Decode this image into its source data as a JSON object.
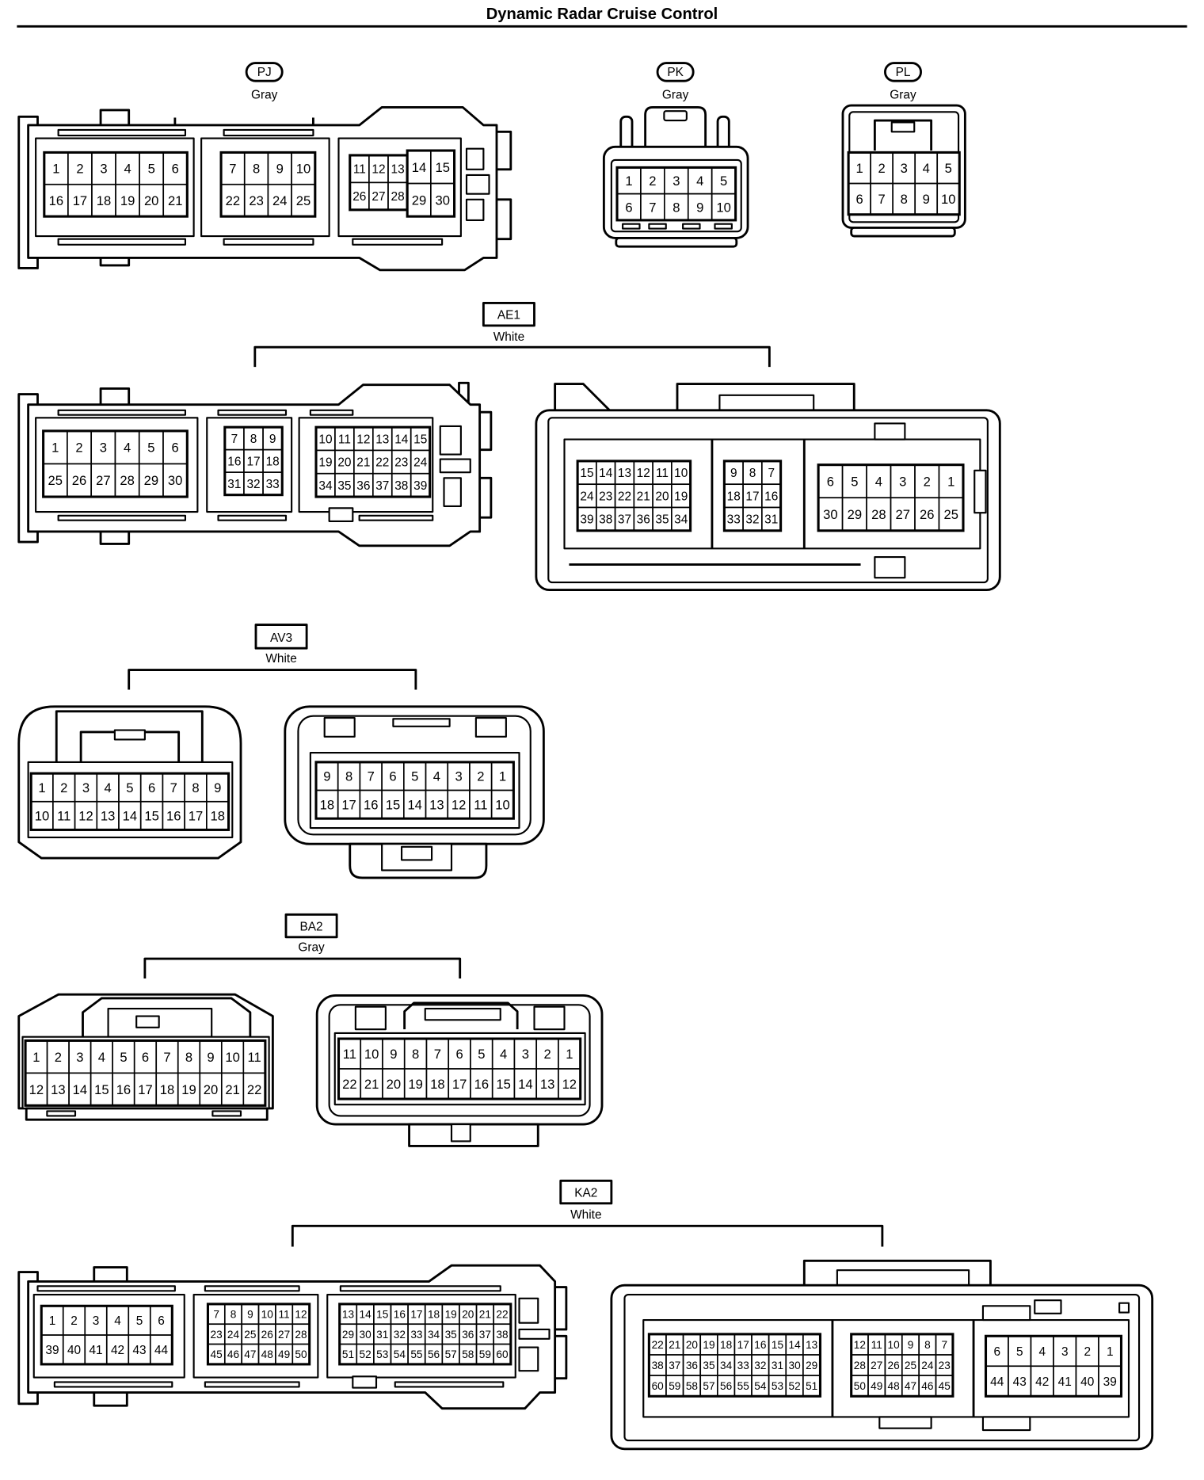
{
  "title": "Dynamic Radar Cruise Control",
  "connectors": [
    {
      "label": "PJ",
      "housing_color": "Gray",
      "views": [
        {
          "groups": [
            {
              "rows": [
                [
                  1,
                  2,
                  3,
                  4,
                  5,
                  6
                ],
                [
                  16,
                  17,
                  18,
                  19,
                  20,
                  21
                ]
              ]
            },
            {
              "rows": [
                [
                  7,
                  8,
                  9,
                  10
                ],
                [
                  22,
                  23,
                  24,
                  25
                ]
              ]
            },
            {
              "rows": [
                [
                  11,
                  12,
                  13
                ],
                [
                  26,
                  27,
                  28
                ]
              ]
            },
            {
              "rows": [
                [
                  14,
                  15
                ],
                [
                  29,
                  30
                ]
              ]
            }
          ]
        }
      ]
    },
    {
      "label": "PK",
      "housing_color": "Gray",
      "views": [
        {
          "groups": [
            {
              "rows": [
                [
                  1,
                  2,
                  3,
                  4,
                  5
                ],
                [
                  6,
                  7,
                  8,
                  9,
                  10
                ]
              ]
            }
          ]
        }
      ]
    },
    {
      "label": "PL",
      "housing_color": "Gray",
      "views": [
        {
          "groups": [
            {
              "rows": [
                [
                  1,
                  2,
                  3,
                  4,
                  5
                ],
                [
                  6,
                  7,
                  8,
                  9,
                  10
                ]
              ]
            }
          ]
        }
      ]
    },
    {
      "label": "AE1",
      "housing_color": "White",
      "views": [
        {
          "groups": [
            {
              "rows": [
                [
                  1,
                  2,
                  3,
                  4,
                  5,
                  6
                ],
                [
                  25,
                  26,
                  27,
                  28,
                  29,
                  30
                ]
              ]
            },
            {
              "rows": [
                [
                  7,
                  8,
                  9
                ],
                [
                  16,
                  17,
                  18
                ],
                [
                  31,
                  32,
                  33
                ]
              ]
            },
            {
              "rows": [
                [
                  10,
                  11,
                  12,
                  13,
                  14,
                  15
                ],
                [
                  19,
                  20,
                  21,
                  22,
                  23,
                  24
                ],
                [
                  34,
                  35,
                  36,
                  37,
                  38,
                  39
                ]
              ]
            }
          ]
        },
        {
          "groups": [
            {
              "rows": [
                [
                  15,
                  14,
                  13,
                  12,
                  11,
                  10
                ],
                [
                  24,
                  23,
                  22,
                  21,
                  20,
                  19
                ],
                [
                  39,
                  38,
                  37,
                  36,
                  35,
                  34
                ]
              ]
            },
            {
              "rows": [
                [
                  9,
                  8,
                  7
                ],
                [
                  18,
                  17,
                  16
                ],
                [
                  33,
                  32,
                  31
                ]
              ]
            },
            {
              "rows": [
                [
                  6,
                  5,
                  4,
                  3,
                  2,
                  1
                ],
                [
                  30,
                  29,
                  28,
                  27,
                  26,
                  25
                ]
              ]
            }
          ]
        }
      ]
    },
    {
      "label": "AV3",
      "housing_color": "White",
      "views": [
        {
          "groups": [
            {
              "rows": [
                [
                  1,
                  2,
                  3,
                  4,
                  5,
                  6,
                  7,
                  8,
                  9
                ],
                [
                  10,
                  11,
                  12,
                  13,
                  14,
                  15,
                  16,
                  17,
                  18
                ]
              ]
            }
          ]
        },
        {
          "groups": [
            {
              "rows": [
                [
                  9,
                  8,
                  7,
                  6,
                  5,
                  4,
                  3,
                  2,
                  1
                ],
                [
                  18,
                  17,
                  16,
                  15,
                  14,
                  13,
                  12,
                  11,
                  10
                ]
              ]
            }
          ]
        }
      ]
    },
    {
      "label": "BA2",
      "housing_color": "Gray",
      "views": [
        {
          "groups": [
            {
              "rows": [
                [
                  1,
                  2,
                  3,
                  4,
                  5,
                  6,
                  7,
                  8,
                  9,
                  10,
                  11
                ],
                [
                  12,
                  13,
                  14,
                  15,
                  16,
                  17,
                  18,
                  19,
                  20,
                  21,
                  22
                ]
              ]
            }
          ]
        },
        {
          "groups": [
            {
              "rows": [
                [
                  11,
                  10,
                  9,
                  8,
                  7,
                  6,
                  5,
                  4,
                  3,
                  2,
                  1
                ],
                [
                  22,
                  21,
                  20,
                  19,
                  18,
                  17,
                  16,
                  15,
                  14,
                  13,
                  12
                ]
              ]
            }
          ]
        }
      ]
    },
    {
      "label": "KA2",
      "housing_color": "White",
      "views": [
        {
          "groups": [
            {
              "rows": [
                [
                  1,
                  2,
                  3,
                  4,
                  5,
                  6
                ],
                [
                  39,
                  40,
                  41,
                  42,
                  43,
                  44
                ]
              ]
            },
            {
              "rows": [
                [
                  7,
                  8,
                  9,
                  10,
                  11,
                  12
                ],
                [
                  23,
                  24,
                  25,
                  26,
                  27,
                  28
                ],
                [
                  45,
                  46,
                  47,
                  48,
                  49,
                  50
                ]
              ]
            },
            {
              "rows": [
                [
                  13,
                  14,
                  15,
                  16,
                  17,
                  18,
                  19,
                  20,
                  21,
                  22
                ],
                [
                  29,
                  30,
                  31,
                  32,
                  33,
                  34,
                  35,
                  36,
                  37,
                  38
                ],
                [
                  51,
                  52,
                  53,
                  54,
                  55,
                  56,
                  57,
                  58,
                  59,
                  60
                ]
              ]
            }
          ]
        },
        {
          "groups": [
            {
              "rows": [
                [
                  22,
                  21,
                  20,
                  19,
                  18,
                  17,
                  16,
                  15,
                  14,
                  13
                ],
                [
                  38,
                  37,
                  36,
                  35,
                  34,
                  33,
                  32,
                  31,
                  30,
                  29
                ],
                [
                  60,
                  59,
                  58,
                  57,
                  56,
                  55,
                  54,
                  53,
                  52,
                  51
                ]
              ]
            },
            {
              "rows": [
                [
                  12,
                  11,
                  10,
                  9,
                  8,
                  7
                ],
                [
                  28,
                  27,
                  26,
                  25,
                  24,
                  23
                ],
                [
                  50,
                  49,
                  48,
                  47,
                  46,
                  45
                ]
              ]
            },
            {
              "rows": [
                [
                  6,
                  5,
                  4,
                  3,
                  2,
                  1
                ],
                [
                  44,
                  43,
                  42,
                  41,
                  40,
                  39
                ]
              ]
            }
          ]
        }
      ]
    }
  ]
}
